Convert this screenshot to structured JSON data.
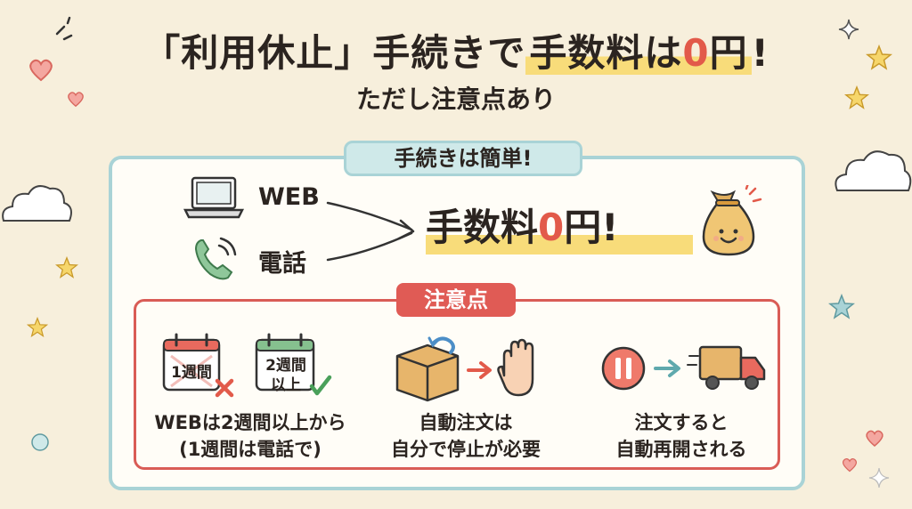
{
  "title": {
    "bracket_open": "「",
    "part1": "利用休止",
    "bracket_close": "」",
    "part2": "手続きで",
    "highlight_pre": "手数料は",
    "highlight_zero": "0",
    "highlight_post": "円",
    "exclaim": "!"
  },
  "subtitle": "ただし注意点あり",
  "easy_section": {
    "tab_label": "手続きは簡単!",
    "methods": [
      {
        "label": "WEB",
        "icon": "laptop-icon"
      },
      {
        "label": "電話",
        "icon": "phone-icon"
      }
    ],
    "result_pre": "手数料",
    "result_zero": "0",
    "result_post": "円!",
    "result_icon": "money-bag-icon"
  },
  "caution_section": {
    "tab_label": "注意点",
    "calendar_1": "1週間",
    "calendar_2_line1": "2週間",
    "calendar_2_line2": "以上",
    "items": [
      {
        "line1": "WEBは2週間以上から",
        "line2": "(1週間は電話で)"
      },
      {
        "line1": "自動注文は",
        "line2": "自分で停止が必要"
      },
      {
        "line1": "注文すると",
        "line2": "自動再開される"
      }
    ]
  },
  "colors": {
    "background": "#f7efdc",
    "accent_red": "#e05b55",
    "accent_teal": "#a9d3d6",
    "highlight_yellow": "#f8dc7a"
  }
}
